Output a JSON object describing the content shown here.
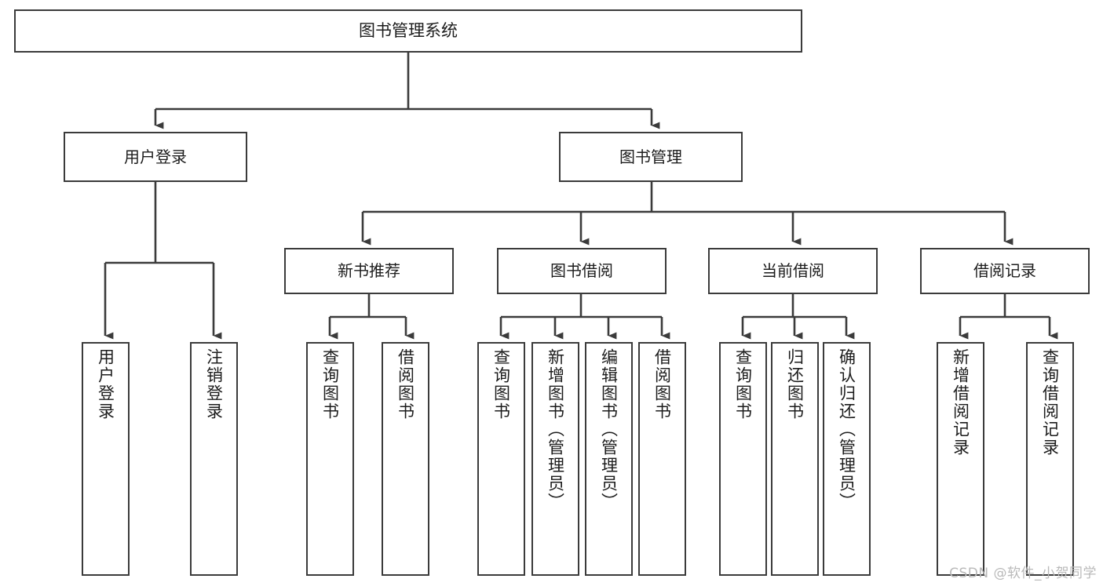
{
  "diagram": {
    "title": "图书管理系统",
    "type": "tree",
    "watermark": "CSDN @软件_小贺同学",
    "colors": {
      "box_border": "#3b3b3b",
      "box_fill": "#ffffff",
      "edge": "#3b3b3b",
      "text": "#1c1c1c",
      "watermark": "#b9b9b9",
      "background": "#ffffff"
    },
    "root": {
      "label": "图书管理系统"
    },
    "level2": [
      {
        "label": "用户登录"
      },
      {
        "label": "图书管理"
      }
    ],
    "level3": [
      {
        "label": "新书推荐"
      },
      {
        "label": "图书借阅"
      },
      {
        "label": "当前借阅"
      },
      {
        "label": "借阅记录"
      }
    ],
    "leaves": {
      "user_login": [
        {
          "label": "用户登录"
        },
        {
          "label": "注销登录"
        }
      ],
      "new_book_recommend": [
        {
          "label": "查询图书"
        },
        {
          "label": "借阅图书"
        }
      ],
      "book_borrow": [
        {
          "label": "查询图书"
        },
        {
          "label": "新增图书（管理员）"
        },
        {
          "label": "编辑图书（管理员）"
        },
        {
          "label": "借阅图书"
        }
      ],
      "current_borrow": [
        {
          "label": "查询图书"
        },
        {
          "label": "归还图书"
        },
        {
          "label": "确认归还（管理员）"
        }
      ],
      "borrow_record": [
        {
          "label": "新增借阅记录"
        },
        {
          "label": "查询借阅记录"
        }
      ]
    }
  }
}
